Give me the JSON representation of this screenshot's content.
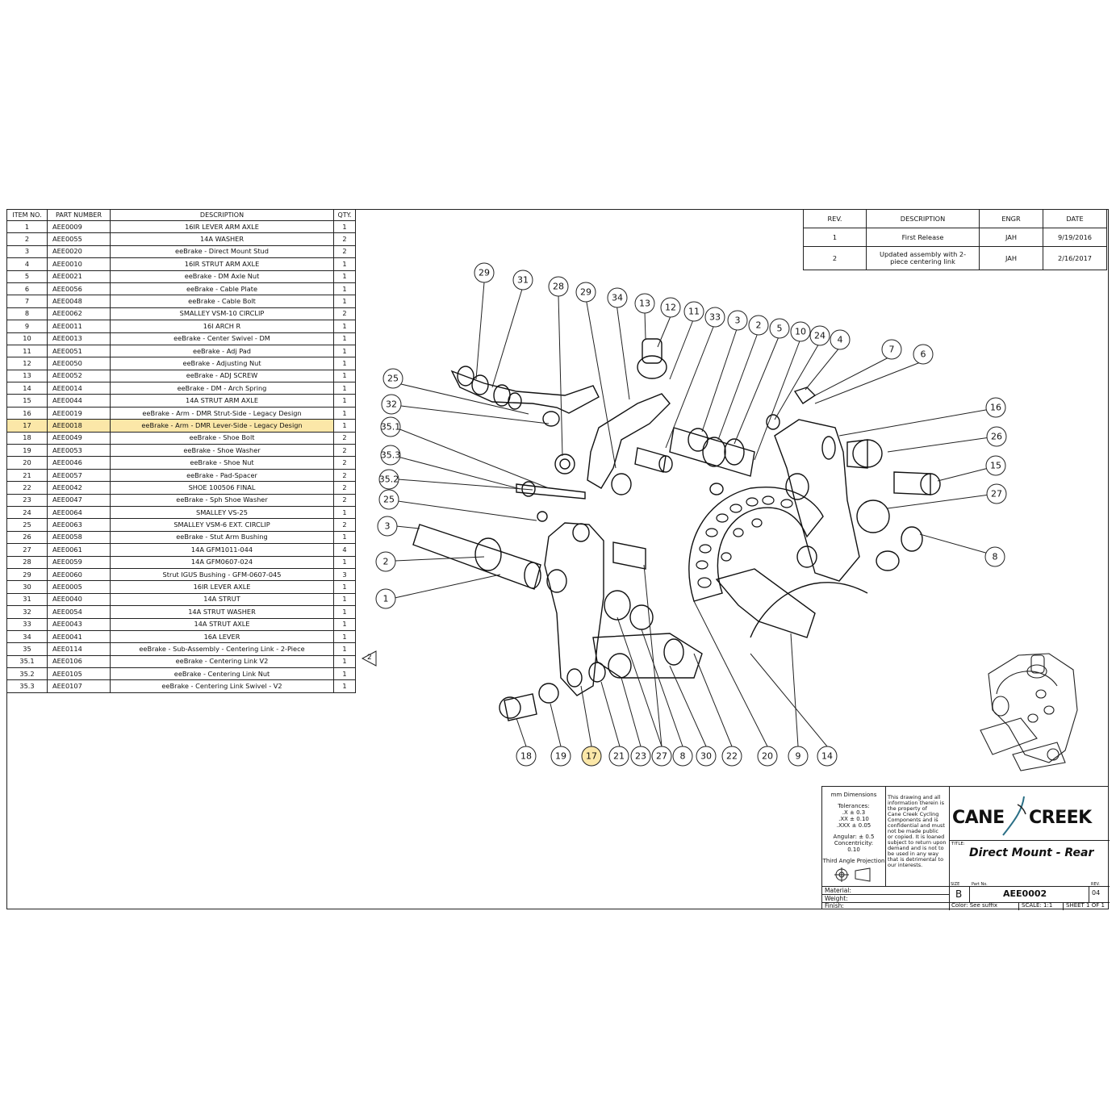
{
  "bom": {
    "headers": [
      "ITEM NO.",
      "PART NUMBER",
      "DESCRIPTION",
      "QTY."
    ],
    "rows": [
      {
        "item": "1",
        "part": "AEE0009",
        "desc": "16IR LEVER ARM AXLE",
        "qty": "1"
      },
      {
        "item": "2",
        "part": "AEE0055",
        "desc": "14A WASHER",
        "qty": "2"
      },
      {
        "item": "3",
        "part": "AEE0020",
        "desc": "eeBrake - Direct Mount Stud",
        "qty": "2"
      },
      {
        "item": "4",
        "part": "AEE0010",
        "desc": "16IR STRUT ARM AXLE",
        "qty": "1"
      },
      {
        "item": "5",
        "part": "AEE0021",
        "desc": "eeBrake - DM Axle Nut",
        "qty": "1"
      },
      {
        "item": "6",
        "part": "AEE0056",
        "desc": "eeBrake - Cable Plate",
        "qty": "1"
      },
      {
        "item": "7",
        "part": "AEE0048",
        "desc": "eeBrake - Cable Bolt",
        "qty": "1"
      },
      {
        "item": "8",
        "part": "AEE0062",
        "desc": "SMALLEY VSM-10 CIRCLIP",
        "qty": "2"
      },
      {
        "item": "9",
        "part": "AEE0011",
        "desc": "16I ARCH R",
        "qty": "1"
      },
      {
        "item": "10",
        "part": "AEE0013",
        "desc": "eeBrake - Center Swivel - DM",
        "qty": "1"
      },
      {
        "item": "11",
        "part": "AEE0051",
        "desc": "eeBrake - Adj Pad",
        "qty": "1"
      },
      {
        "item": "12",
        "part": "AEE0050",
        "desc": "eeBrake - Adjusting Nut",
        "qty": "1"
      },
      {
        "item": "13",
        "part": "AEE0052",
        "desc": "eeBrake - ADJ SCREW",
        "qty": "1"
      },
      {
        "item": "14",
        "part": "AEE0014",
        "desc": "eeBrake - DM - Arch Spring",
        "qty": "1"
      },
      {
        "item": "15",
        "part": "AEE0044",
        "desc": "14A STRUT ARM AXLE",
        "qty": "1"
      },
      {
        "item": "16",
        "part": "AEE0019",
        "desc": "eeBrake - Arm - DMR Strut-Side - Legacy Design",
        "qty": "1"
      },
      {
        "item": "17",
        "part": "AEE0018",
        "desc": "eeBrake - Arm - DMR Lever-Side - Legacy Design",
        "qty": "1",
        "highlight": true
      },
      {
        "item": "18",
        "part": "AEE0049",
        "desc": "eeBrake - Shoe Bolt",
        "qty": "2"
      },
      {
        "item": "19",
        "part": "AEE0053",
        "desc": "eeBrake - Shoe Washer",
        "qty": "2"
      },
      {
        "item": "20",
        "part": "AEE0046",
        "desc": "eeBrake - Shoe Nut",
        "qty": "2"
      },
      {
        "item": "21",
        "part": "AEE0057",
        "desc": "eeBrake - Pad-Spacer",
        "qty": "2"
      },
      {
        "item": "22",
        "part": "AEE0042",
        "desc": "SHOE 100506 FINAL",
        "qty": "2"
      },
      {
        "item": "23",
        "part": "AEE0047",
        "desc": "eeBrake - Sph Shoe Washer",
        "qty": "2"
      },
      {
        "item": "24",
        "part": "AEE0064",
        "desc": "SMALLEY VS-25",
        "qty": "1"
      },
      {
        "item": "25",
        "part": "AEE0063",
        "desc": "SMALLEY VSM-6 EXT. CIRCLIP",
        "qty": "2"
      },
      {
        "item": "26",
        "part": "AEE0058",
        "desc": "eeBrake - Stut Arm Bushing",
        "qty": "1"
      },
      {
        "item": "27",
        "part": "AEE0061",
        "desc": "14A GFM1011-044",
        "qty": "4"
      },
      {
        "item": "28",
        "part": "AEE0059",
        "desc": "14A GFM0607-024",
        "qty": "1"
      },
      {
        "item": "29",
        "part": "AEE0060",
        "desc": "Strut IGUS Bushing - GFM-0607-045",
        "qty": "3"
      },
      {
        "item": "30",
        "part": "AEE0005",
        "desc": "16IR LEVER AXLE",
        "qty": "1"
      },
      {
        "item": "31",
        "part": "AEE0040",
        "desc": "14A STRUT",
        "qty": "1"
      },
      {
        "item": "32",
        "part": "AEE0054",
        "desc": "14A STRUT WASHER",
        "qty": "1"
      },
      {
        "item": "33",
        "part": "AEE0043",
        "desc": "14A STRUT AXLE",
        "qty": "1"
      },
      {
        "item": "34",
        "part": "AEE0041",
        "desc": "16A LEVER",
        "qty": "1"
      },
      {
        "item": "35",
        "part": "AEE0114",
        "desc": "eeBrake - Sub-Assembly - Centering Link - 2-Piece",
        "qty": "1"
      },
      {
        "item": "35.1",
        "part": "AEE0106",
        "desc": "eeBrake - Centering Link V2",
        "qty": "1"
      },
      {
        "item": "35.2",
        "part": "AEE0105",
        "desc": "eeBrake - Centering Link Nut",
        "qty": "1"
      },
      {
        "item": "35.3",
        "part": "AEE0107",
        "desc": "eeBrake - Centering Link Swivel - V2",
        "qty": "1"
      }
    ],
    "rev_marker": "2"
  },
  "revisions": {
    "headers": [
      "REV.",
      "DESCRIPTION",
      "ENGR",
      "DATE"
    ],
    "rows": [
      {
        "rev": "1",
        "desc": "First Release",
        "engr": "JAH",
        "date": "9/19/2016"
      },
      {
        "rev": "2",
        "desc_line1": "Updated assembly with 2-",
        "desc_line2": "piece centering link",
        "engr": "JAH",
        "date": "2/16/2017"
      }
    ]
  },
  "title_block": {
    "units": "mm Dimensions",
    "tolerances_label": "Tolerances:",
    "tol_x": ".X ± 0.3",
    "tol_xx": ".XX ± 0.10",
    "tol_xxx": ".XXX ± 0.05",
    "angular": "Angular: ± 0.5",
    "concentricity": "Concentricity:",
    "concentricity_val": "0.10",
    "projection": "Third Angle Projection",
    "notice_lines": [
      "This drawing and all",
      "information therein is",
      "the property of",
      "Cane Creek Cycling",
      "Components and is",
      "confidential and must",
      "not be made public",
      "or copied.  It is loaned",
      "subject to return upon",
      "demand and is not to",
      "be used in any way",
      "that is detrimental to",
      "our interests."
    ],
    "logo_left": "CANE",
    "logo_right": "CREEK",
    "title_label": "TITLE:",
    "title": "Direct Mount - Rear",
    "material_label": "Material:",
    "weight_label": "Weight:",
    "finish_label": "Finish:",
    "size_label": "SIZE",
    "size": "B",
    "partno_label": "Part No.",
    "partno": "AEE0002",
    "rev_label": "REV.",
    "rev": "04",
    "color": "Color: See suffix",
    "scale": "SCALE: 1:1",
    "sheet": "SHEET 1 OF 1"
  },
  "balloons": [
    "29",
    "31",
    "28",
    "29",
    "34",
    "13",
    "12",
    "11",
    "33",
    "3",
    "2",
    "5",
    "10",
    "24",
    "4",
    "7",
    "6",
    "16",
    "26",
    "15",
    "27",
    "8",
    "25",
    "32",
    "35.1",
    "35.3",
    "35.2",
    "25",
    "3",
    "2",
    "1",
    "18",
    "19",
    "17",
    "21",
    "23",
    "27",
    "8",
    "30",
    "22",
    "20",
    "9",
    "14"
  ],
  "colors": {
    "highlight": "#fbe7a8",
    "line": "#222222",
    "accent": "#2a6f86"
  }
}
